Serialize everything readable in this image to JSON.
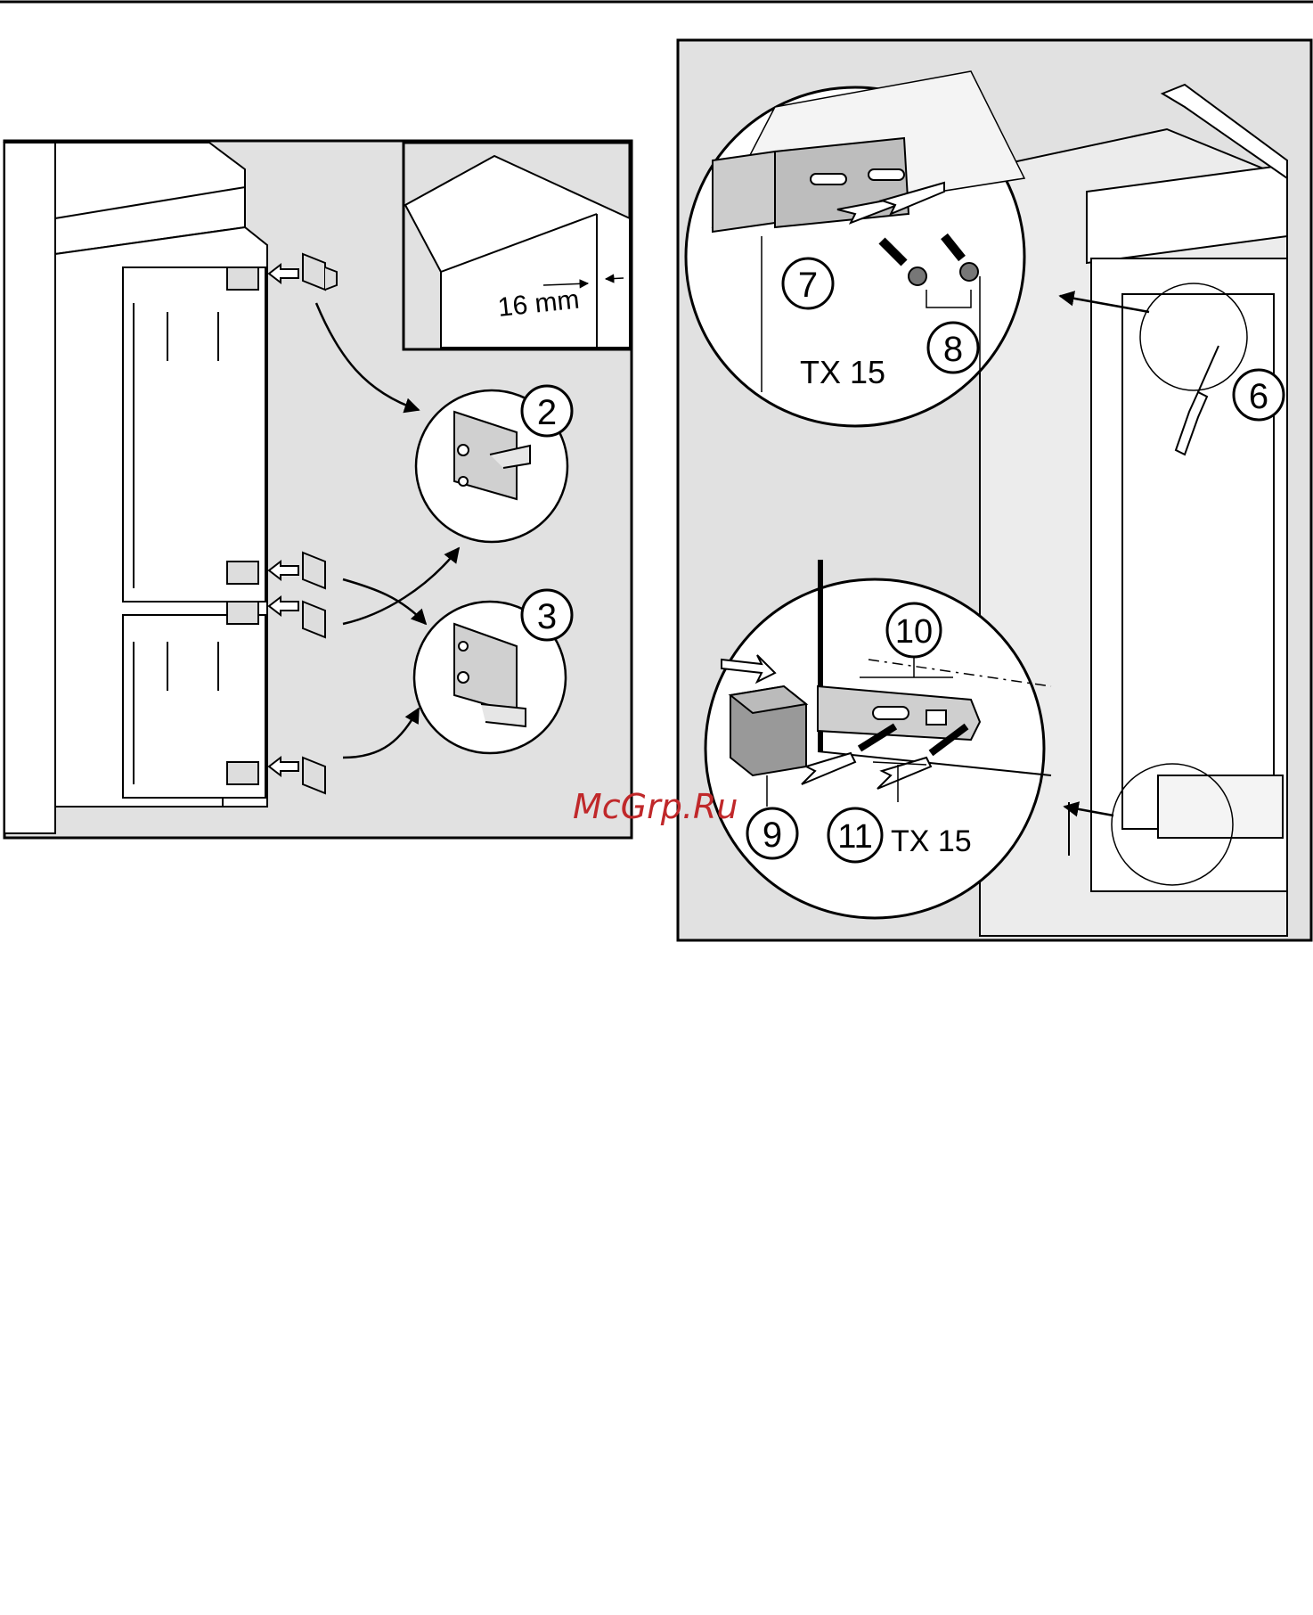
{
  "callouts": {
    "c2": "2",
    "c3": "3",
    "c6": "6",
    "c7": "7",
    "c8": "8",
    "c9": "9",
    "c10": "10",
    "c11": "11"
  },
  "labels": {
    "gap_measure": "16 mm",
    "tool_top": "TX 15",
    "tool_bottom": "TX 15"
  },
  "watermark": "McGrp.Ru",
  "colors": {
    "panel_bg": "#e1e1e1",
    "line": "#000000",
    "watermark": "#c0282a"
  }
}
